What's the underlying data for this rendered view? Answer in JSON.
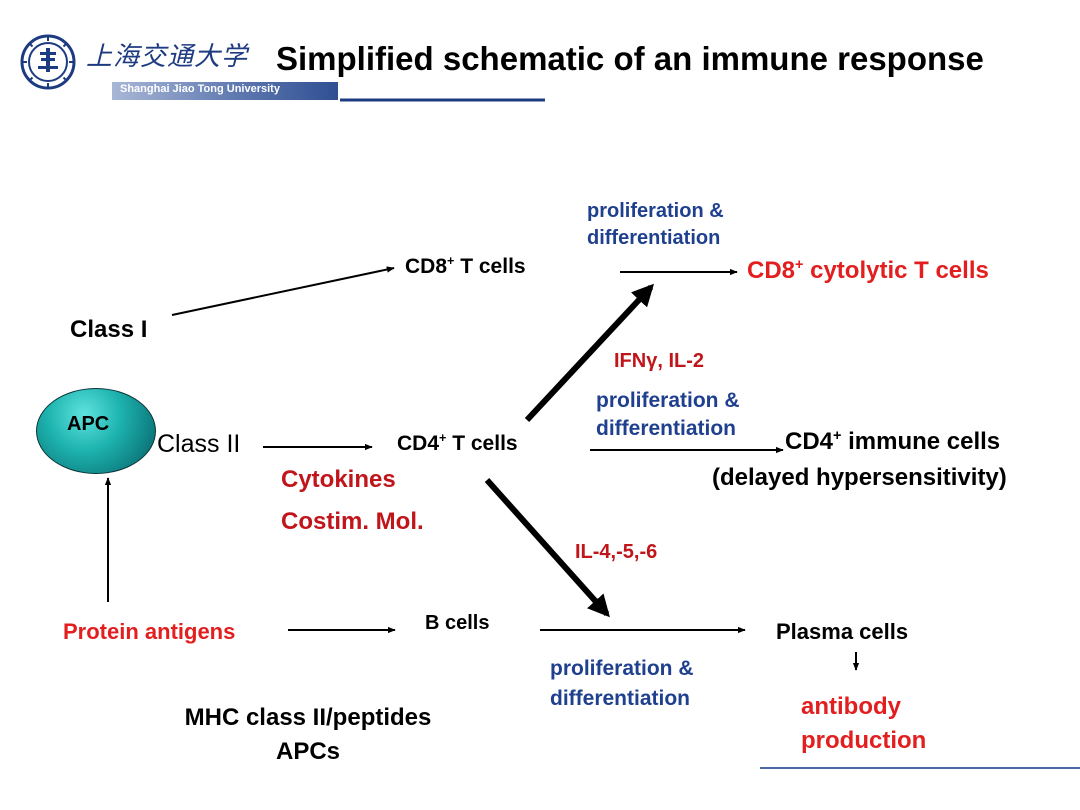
{
  "header": {
    "title": "Simplified schematic of an immune response",
    "university_cn": "上海交通大学",
    "university_en": "Shanghai Jiao Tong University"
  },
  "diagram": {
    "apc": "APC",
    "class_i": "Class I",
    "class_ii": "Class II",
    "cd8_t_cells": {
      "main": "CD8",
      "sup": "+",
      "rest": " T cells"
    },
    "cd4_t_cells": {
      "main": "CD4",
      "sup": "+",
      "rest": " T cells"
    },
    "b_cells": "B cells",
    "protein_antigens": "Protein antigens",
    "cytokines": "Cytokines",
    "costim": "Costim. Mol.",
    "mhc_line1": "MHC class II/peptides",
    "mhc_line2": "APCs",
    "prolif_top_1": "proliferation &",
    "prolif_top_2": "differentiation",
    "prolif_mid_1": "proliferation &",
    "prolif_mid_2": "differentiation",
    "prolif_bot_1": "proliferation &",
    "prolif_bot_2": "differentiation",
    "ifn_il2": "IFNγ, IL-2",
    "il456": "IL-4,-5,-6",
    "cd8_cytolytic": {
      "main": "CD8",
      "sup": "+",
      "rest": " cytolytic T cells"
    },
    "cd4_immune": {
      "main": "CD4",
      "sup": "+",
      "rest": " immune cells"
    },
    "delayed": "(delayed hypersensitivity)",
    "plasma_cells": "Plasma cells",
    "antibody_1": "antibody",
    "antibody_2": "production"
  },
  "colors": {
    "red": "#e21e1e",
    "dark_red": "#c0151b",
    "blue": "#1f3f8f",
    "apc_fill": "#1db3ae"
  }
}
